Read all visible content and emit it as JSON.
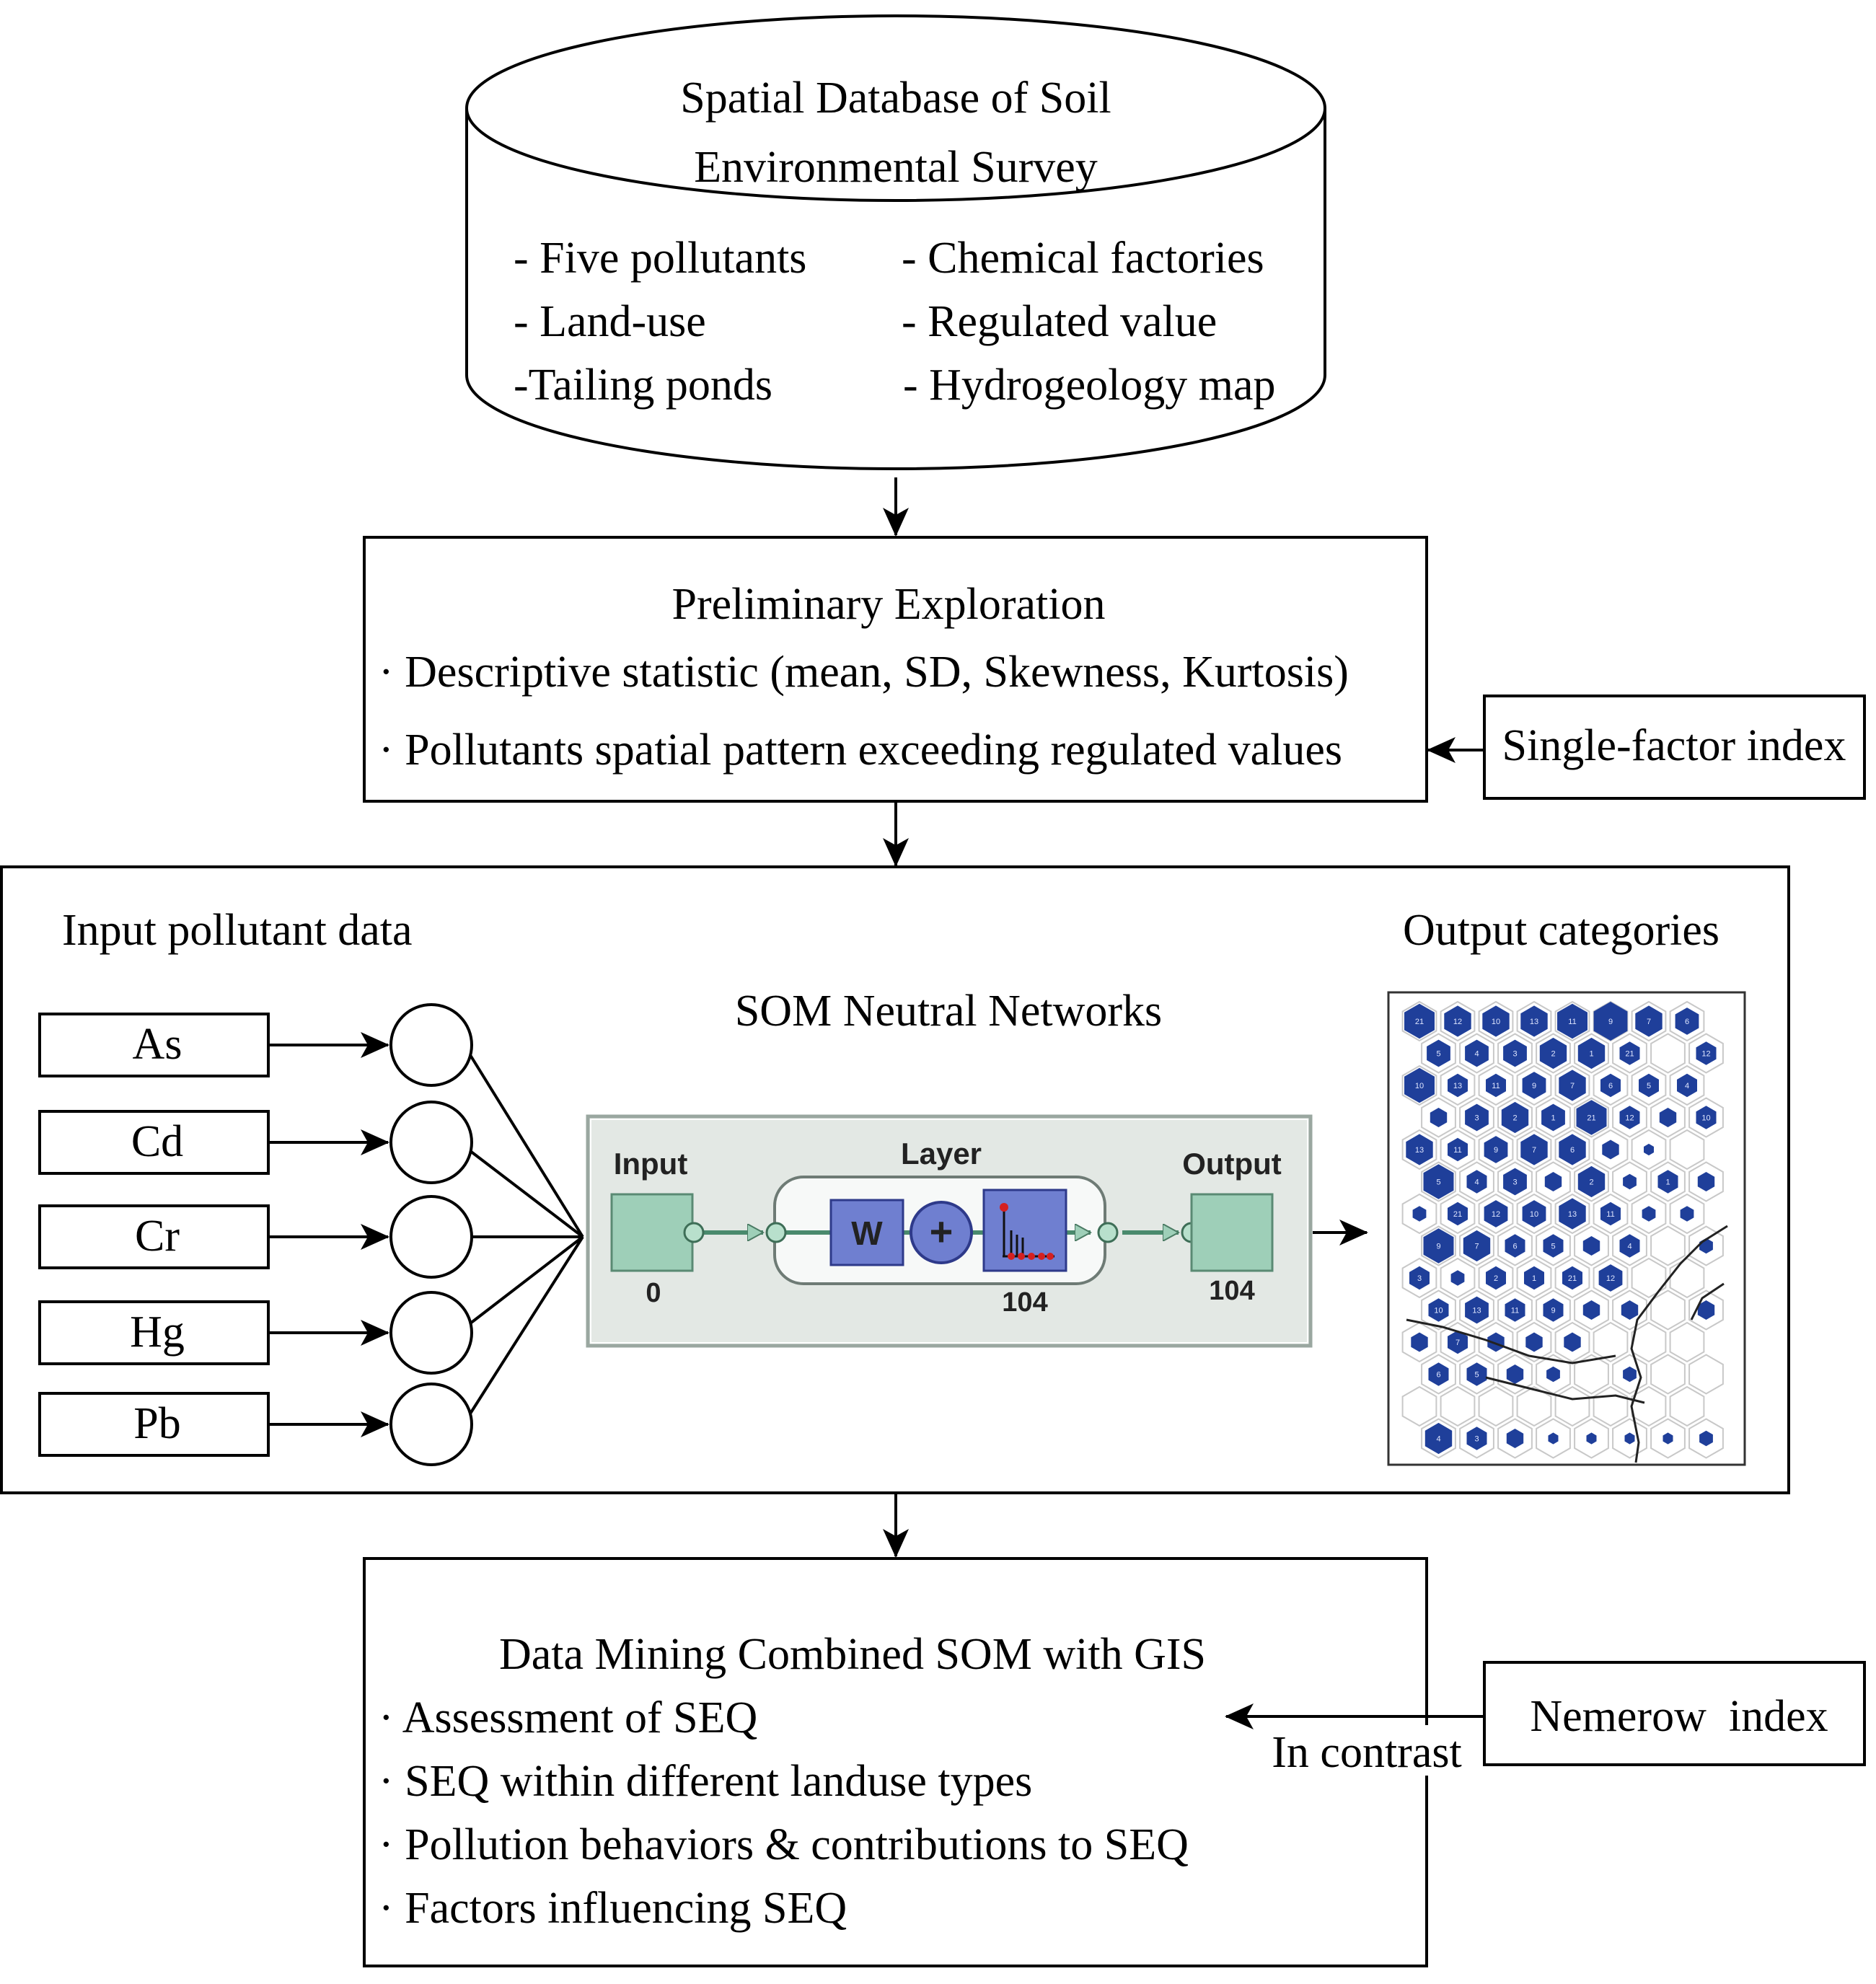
{
  "database": {
    "title_line1": "Spatial Database of Soil",
    "title_line2": "Environmental Survey",
    "items_left": [
      "- Five pollutants",
      "- Land-use",
      "-Tailing ponds"
    ],
    "items_right": [
      "- Chemical factories",
      "- Regulated value",
      "- Hydrogeology map"
    ]
  },
  "exploration": {
    "title": "Preliminary Exploration",
    "bullets": [
      "· Descriptive statistic (mean, SD, Skewness, Kurtosis)",
      "· Pollutants spatial pattern exceeding regulated values"
    ],
    "side_box": "Single-factor index"
  },
  "som": {
    "input_title": "Input pollutant data",
    "output_title": "Output categories",
    "network_title": "SOM Neutral Networks",
    "pollutants": [
      "As",
      "Cd",
      "Cr",
      "Hg",
      "Pb"
    ],
    "network": {
      "input_label": "Input",
      "layer_label": "Layer",
      "output_label": "Output",
      "input_size": "0",
      "layer_size": "104",
      "output_size": "104",
      "weight_symbol": "W",
      "sum_symbol": "+"
    },
    "hexmap_labels": [
      "21",
      "12",
      "10",
      "13",
      "11",
      "9",
      "7",
      "6",
      "5",
      "4",
      "3",
      "2",
      "1"
    ]
  },
  "mining": {
    "title": "Data Mining Combined SOM with GIS",
    "bullets": [
      "· Assessment of SEQ",
      "· SEQ within different landuse types",
      "· Pollution behaviors & contributions to SEQ",
      "· Factors influencing SEQ"
    ],
    "side_box": "Nemerow  index",
    "contrast_label": "In contrast"
  },
  "colors": {
    "hex_fill": "#1f3f9a",
    "net_panel": "#e3e8e4",
    "net_node": "#9ecfb8",
    "net_block": "#6f7fd0"
  }
}
